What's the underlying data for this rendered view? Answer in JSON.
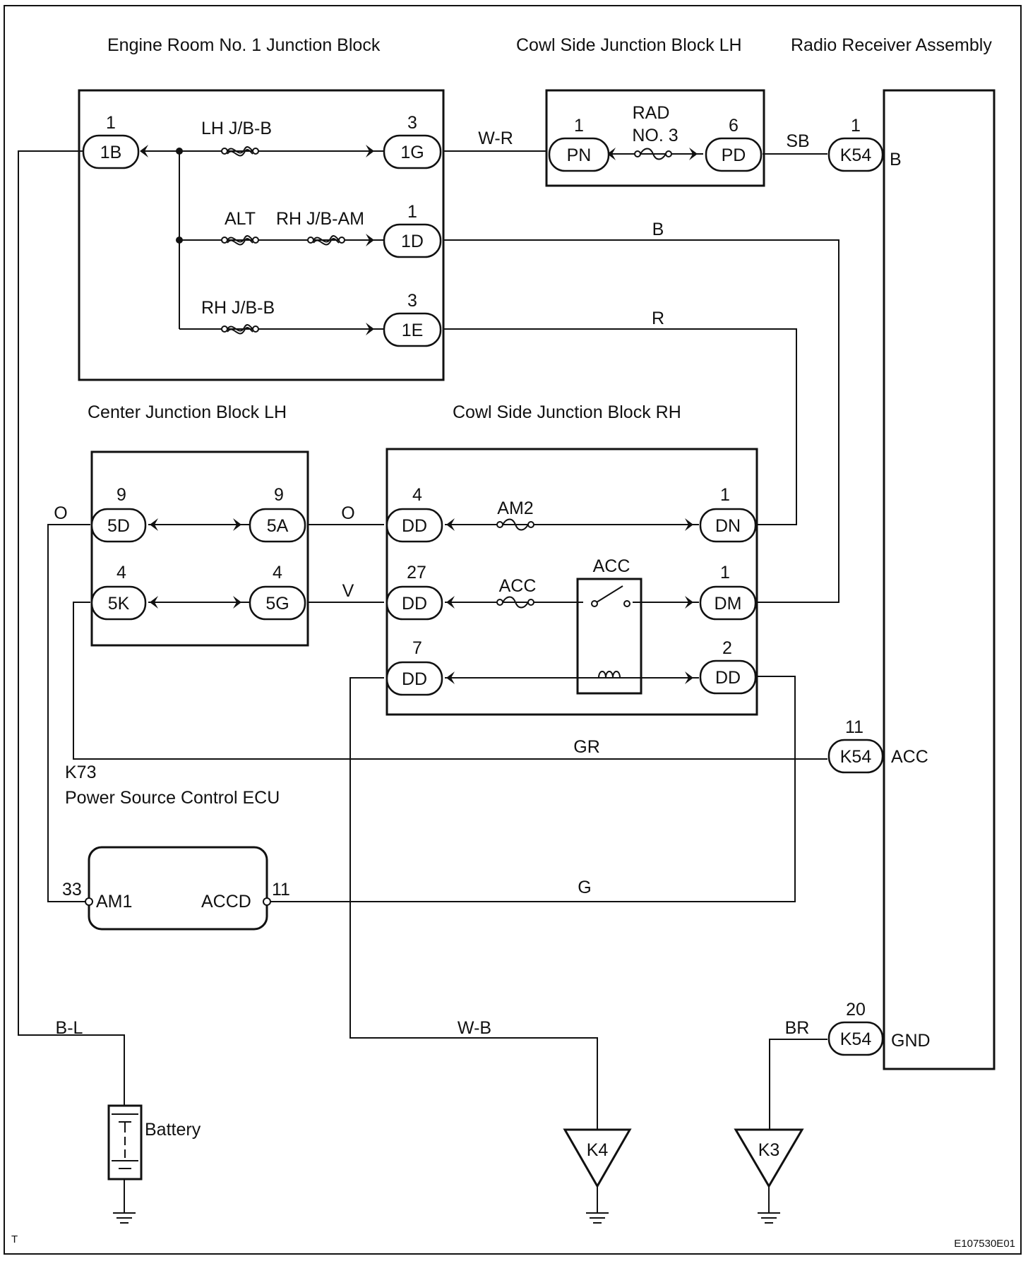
{
  "blocks": {
    "engine_room": "Engine Room No. 1 Junction Block",
    "cowl_lh": "Cowl Side Junction Block LH",
    "radio": "Radio Receiver Assembly",
    "center_lh": "Center Junction Block LH",
    "cowl_rh": "Cowl Side Junction Block RH",
    "ecu_code": "K73",
    "ecu_name": "Power Source Control ECU"
  },
  "fuses": {
    "lh_jb_b": "LH J/B-B",
    "alt": "ALT",
    "rh_jb_am": "RH J/B-AM",
    "rh_jb_b": "RH J/B-B",
    "rad_no3_line1": "RAD",
    "rad_no3_line2": "NO. 3",
    "am2": "AM2",
    "acc": "ACC",
    "relay_acc": "ACC"
  },
  "connectors": {
    "c1B": {
      "code": "1B",
      "pin": "1"
    },
    "c1G": {
      "code": "1G",
      "pin": "3"
    },
    "c1D": {
      "code": "1D",
      "pin": "1"
    },
    "c1E": {
      "code": "1E",
      "pin": "3"
    },
    "cPN": {
      "code": "PN",
      "pin": "1"
    },
    "cPD": {
      "code": "PD",
      "pin": "6"
    },
    "cK54_1": {
      "code": "K54",
      "pin": "1",
      "terminal": "B"
    },
    "cK54_11": {
      "code": "K54",
      "pin": "11",
      "terminal": "ACC"
    },
    "cK54_20": {
      "code": "K54",
      "pin": "20",
      "terminal": "GND"
    },
    "c5D": {
      "code": "5D",
      "pin": "9"
    },
    "c5A": {
      "code": "5A",
      "pin": "9"
    },
    "c5K": {
      "code": "5K",
      "pin": "4"
    },
    "c5G": {
      "code": "5G",
      "pin": "4"
    },
    "cDD4": {
      "code": "DD",
      "pin": "4"
    },
    "cDD27": {
      "code": "DD",
      "pin": "27"
    },
    "cDD7": {
      "code": "DD",
      "pin": "7"
    },
    "cDN": {
      "code": "DN",
      "pin": "1"
    },
    "cDM": {
      "code": "DM",
      "pin": "1"
    },
    "cDD2": {
      "code": "DD",
      "pin": "2"
    }
  },
  "ecu_pins": {
    "am1": {
      "name": "AM1",
      "pin": "33"
    },
    "accd": {
      "name": "ACCD",
      "pin": "11"
    }
  },
  "wires": {
    "w_r": "W-R",
    "sb": "SB",
    "b": "B",
    "r": "R",
    "o_left": "O",
    "o_mid": "O",
    "v": "V",
    "gr": "GR",
    "g": "G",
    "b_l": "B-L",
    "w_b": "W-B",
    "br": "BR"
  },
  "battery": "Battery",
  "grounds": {
    "k4": "K4",
    "k3": "K3"
  },
  "corner_mark": "T",
  "figure_code": "E107530E01"
}
